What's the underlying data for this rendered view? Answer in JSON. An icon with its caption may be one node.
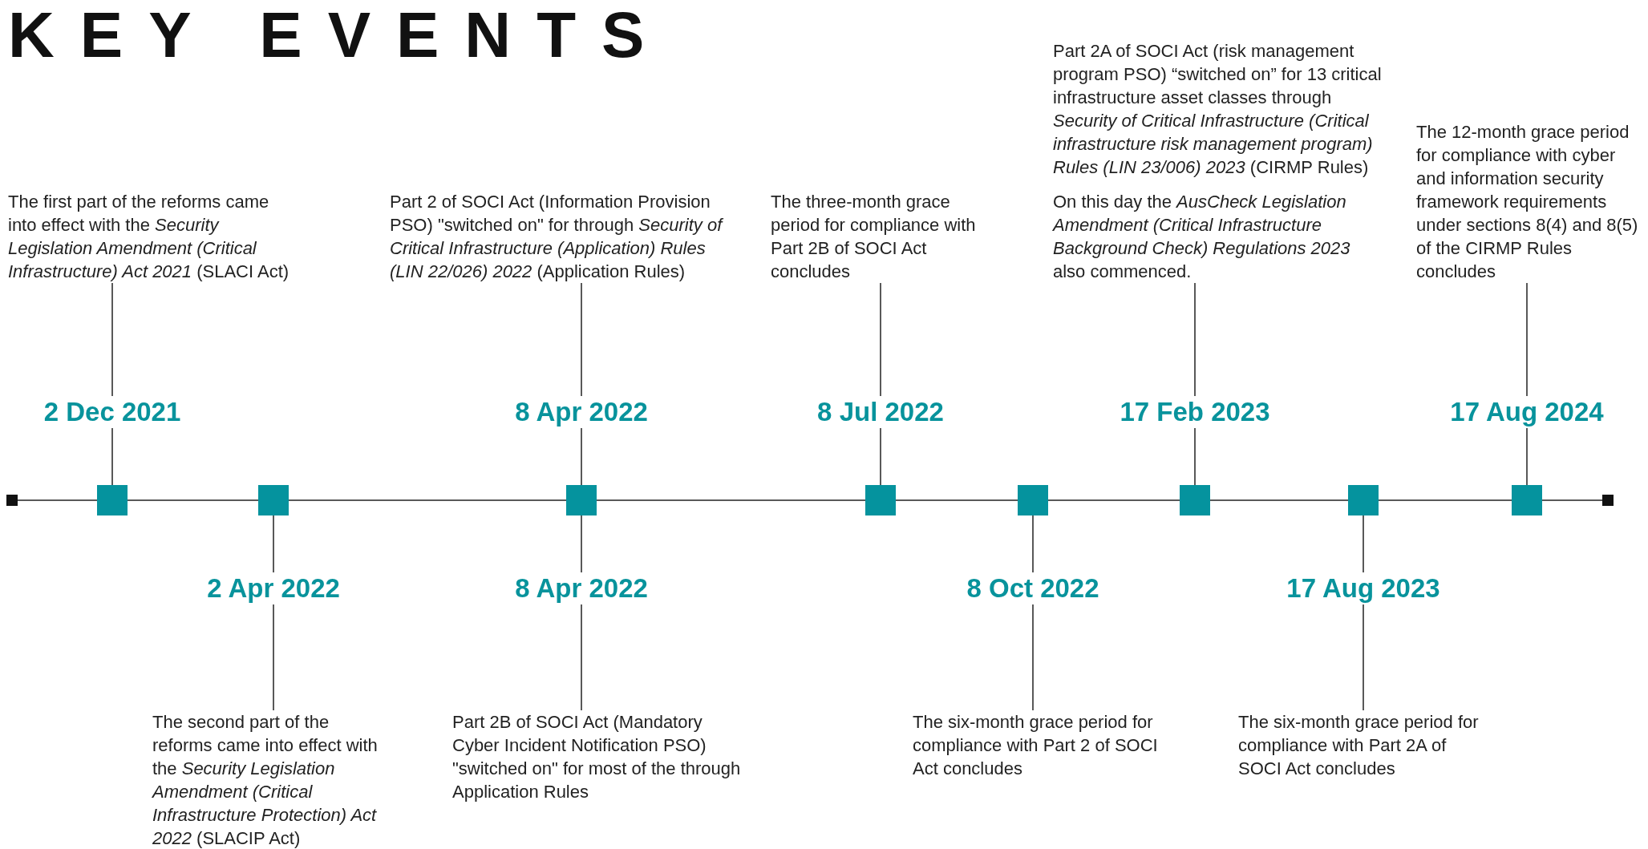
{
  "diagram": {
    "title": "KEY EVENTS",
    "nodes": [
      {
        "text": [
          "The first part of the reforms came into effect with the *Security Legislation Amendment (Critical Infrastructure) Act 2021* (SLACI Act)"
        ]
      },
      {
        "text": [
          "2 Dec 2021"
        ]
      },
      {
        "text": [],
        "shape": "box"
      },
      {
        "text": [
          "The second part of the reforms came into effect with the *Security Legislation Amendment (Critical Infrastructure Protection) Act 2022* (SLACIP Act)"
        ]
      },
      {
        "text": [
          "2 Apr 2022"
        ]
      },
      {
        "text": [],
        "shape": "box"
      },
      {
        "text": [
          "Part 2 of SOCI Act (Information Provision PSO) \"switched on\" for through *Security of Critical Infrastructure (Application) Rules (LIN 22/026) 2022* (Application Rules)"
        ]
      },
      {
        "text": [
          "8 Apr 2022"
        ]
      },
      {
        "text": [],
        "shape": "box"
      },
      {
        "text": [
          "Part 2B of SOCI Act (Mandatory Cyber Incident Notification PSO) \"switched on\" for most of the through Application Rules"
        ]
      },
      {
        "text": [
          "8 Apr 2022"
        ]
      },
      {
        "text": [
          "The three-month grace period for compliance with Part 2B of SOCI Act concludes"
        ]
      },
      {
        "text": [
          "8 Jul 2022"
        ]
      },
      {
        "text": [],
        "shape": "box"
      },
      {
        "text": [
          "The six-month grace period for compliance with Part 2 of SOCI Act concludes"
        ]
      },
      {
        "text": [
          "8 Oct 2022"
        ]
      },
      {
        "text": [],
        "shape": "box"
      },
      {
        "text": [
          "Part 2A of SOCI Act (risk management program PSO) “switched on” for 13 critical infrastructure asset classes through *Security of Critical Infrastructure (Critical infrastructure risk management program) Rules (LIN 23/006) 2023* (CIRMP Rules)",
          "On this day the *AusCheck Legislation Amendment (Critical Infrastructure Background Check) Regulations 2023* also commenced."
        ]
      },
      {
        "text": [
          "17 Feb 2023"
        ]
      },
      {
        "text": [],
        "shape": "box"
      },
      {
        "text": [
          "The six-month grace period for compliance with Part 2A of SOCI Act concludes"
        ]
      },
      {
        "text": [
          "17 Aug 2023"
        ]
      },
      {
        "text": [],
        "shape": "box"
      },
      {
        "text": [
          "The 12-month grace period for compliance with cyber and information security framework requirements under sections 8(4) and 8(5) of the CIRMP Rules concludes"
        ]
      },
      {
        "text": [
          "17 Aug 2024"
        ]
      },
      {
        "text": [],
        "shape": "box"
      }
    ],
    "edges": [
      {
        "from": 0,
        "to": 1,
        "arrow": "none"
      },
      {
        "from": 1,
        "to": 2,
        "arrow": "none"
      },
      {
        "from": 3,
        "to": 4,
        "arrow": "none"
      },
      {
        "from": 4,
        "to": 5,
        "arrow": "none"
      },
      {
        "from": 6,
        "to": 7,
        "arrow": "none"
      },
      {
        "from": 7,
        "to": 8,
        "arrow": "none"
      },
      {
        "from": 9,
        "to": 10,
        "arrow": "none"
      },
      {
        "from": 10,
        "to": 8,
        "arrow": "none"
      },
      {
        "from": 11,
        "to": 12,
        "arrow": "none"
      },
      {
        "from": 12,
        "to": 13,
        "arrow": "none"
      },
      {
        "from": 14,
        "to": 15,
        "arrow": "none"
      },
      {
        "from": 15,
        "to": 16,
        "arrow": "none"
      },
      {
        "from": 17,
        "to": 18,
        "arrow": "none"
      },
      {
        "from": 18,
        "to": 19,
        "arrow": "none"
      },
      {
        "from": 20,
        "to": 21,
        "arrow": "none"
      },
      {
        "from": 21,
        "to": 22,
        "arrow": "none"
      },
      {
        "from": 23,
        "to": 24,
        "arrow": "none"
      },
      {
        "from": 24,
        "to": 25,
        "arrow": "none"
      }
    ]
  }
}
